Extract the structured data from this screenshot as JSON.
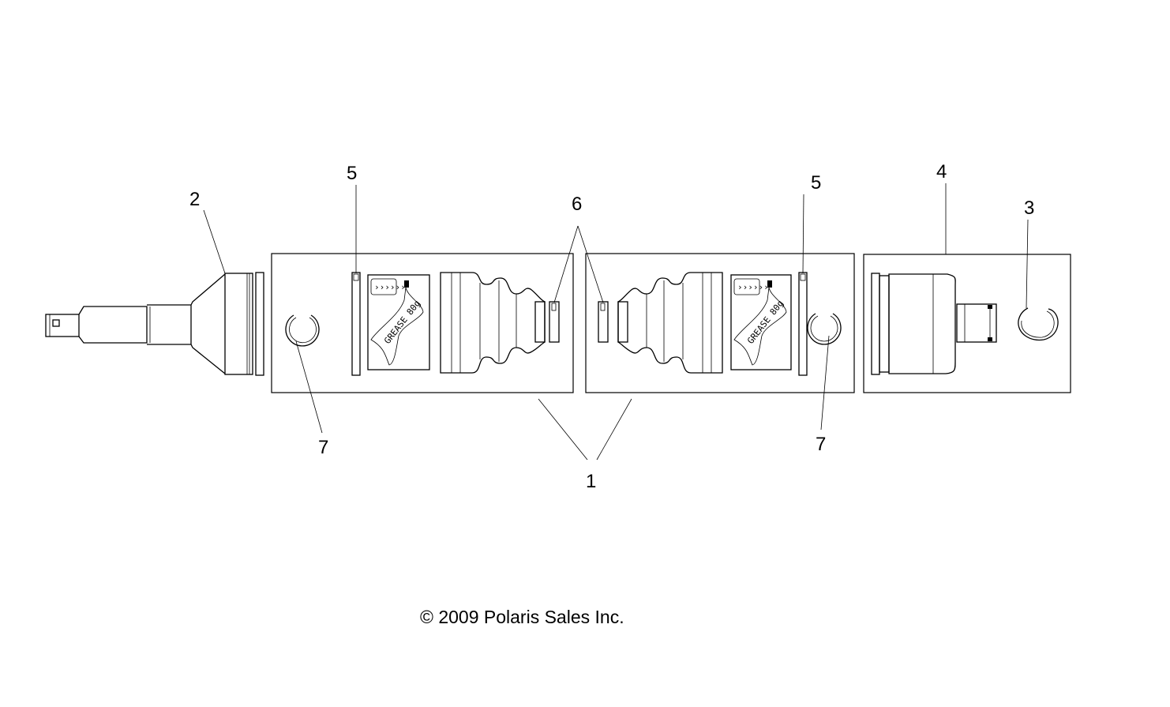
{
  "diagram": {
    "title": "Drive shaft CV joint and boot kit exploded view",
    "callouts": [
      "1",
      "2",
      "3",
      "4",
      "5",
      "5",
      "6",
      "7",
      "7"
    ],
    "grease_pack_label": "GREASE 80g",
    "copyright": "© 2009 Polaris Sales Inc."
  }
}
